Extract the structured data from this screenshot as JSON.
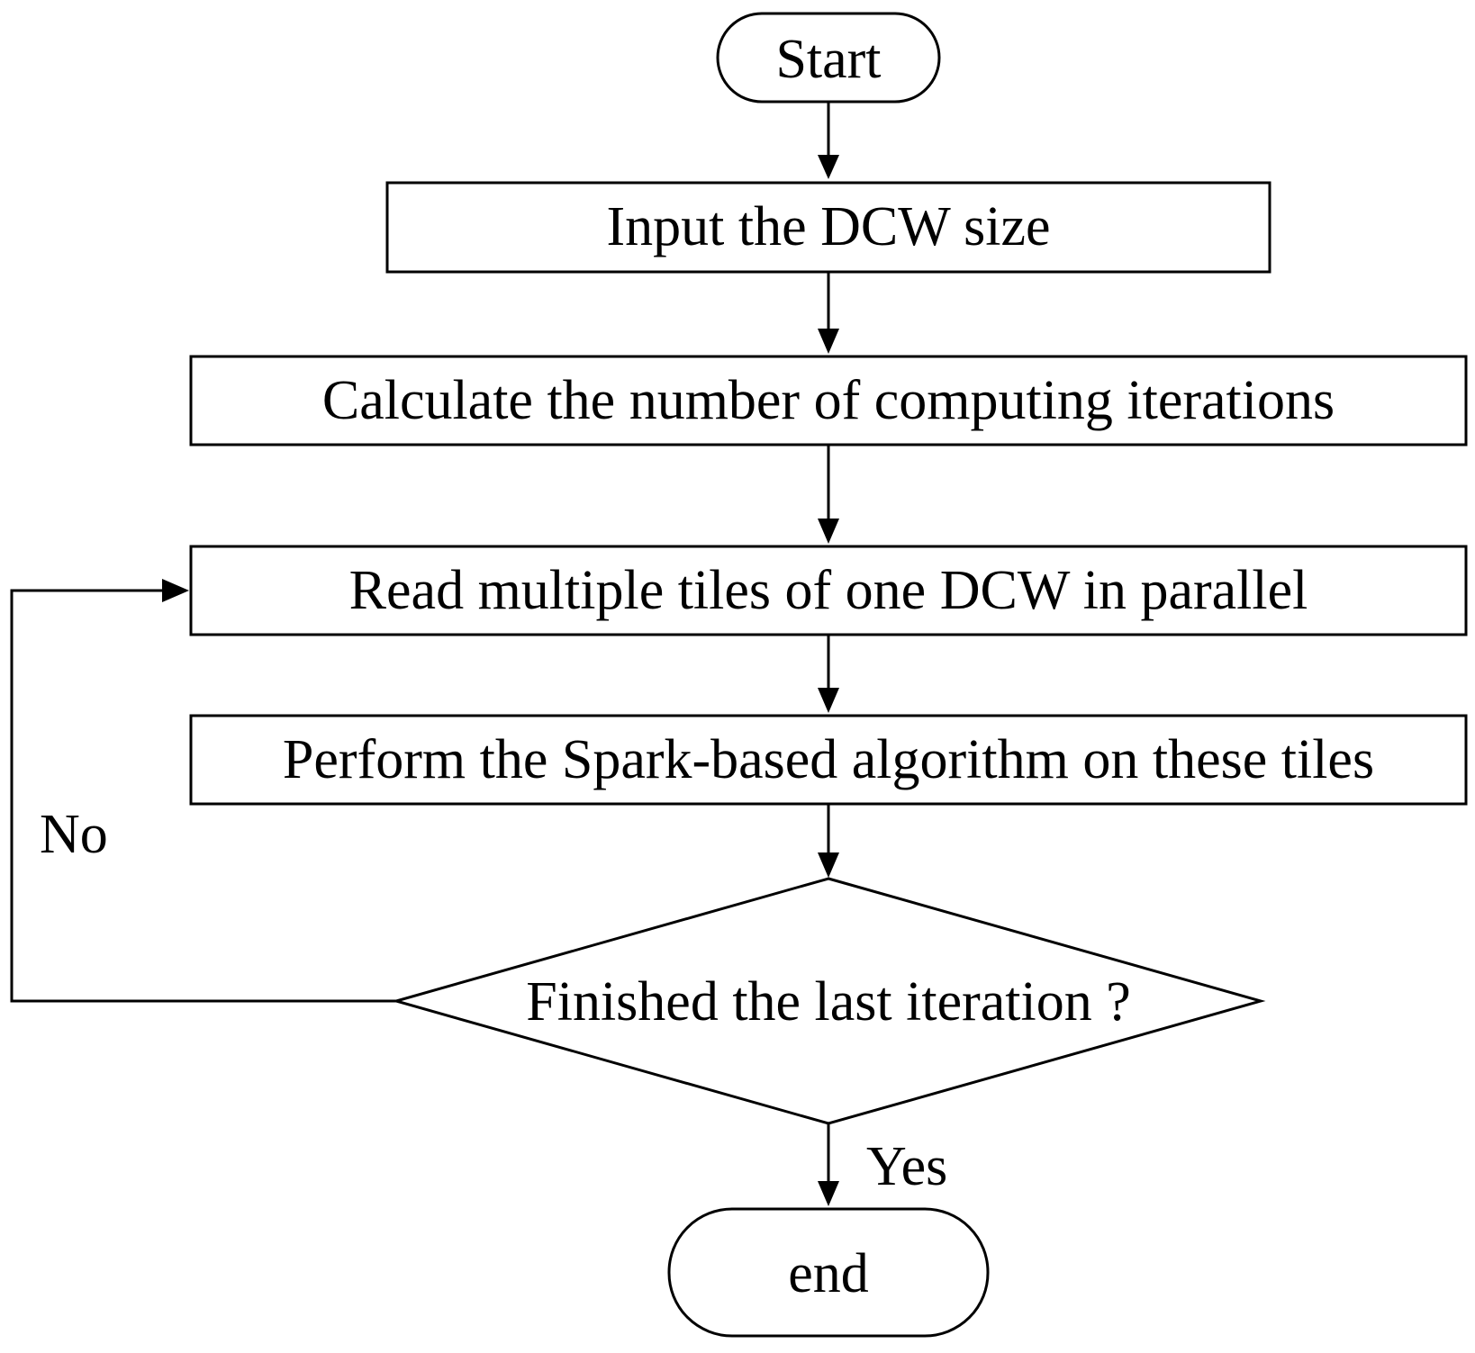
{
  "nodes": {
    "start": {
      "label": "Start"
    },
    "input_size": {
      "label": "Input the DCW size"
    },
    "calc_iterations": {
      "label": "Calculate the number of computing iterations"
    },
    "read_tiles": {
      "label": "Read multiple tiles of one DCW in parallel"
    },
    "perform_algorithm": {
      "label": "Perform the Spark-based algorithm on these tiles"
    },
    "decision": {
      "label": "Finished the last iteration ?"
    },
    "end": {
      "label": "end"
    }
  },
  "edges": {
    "no_label": "No",
    "yes_label": "Yes"
  },
  "colors": {
    "stroke": "#000000",
    "fill": "#ffffff"
  }
}
